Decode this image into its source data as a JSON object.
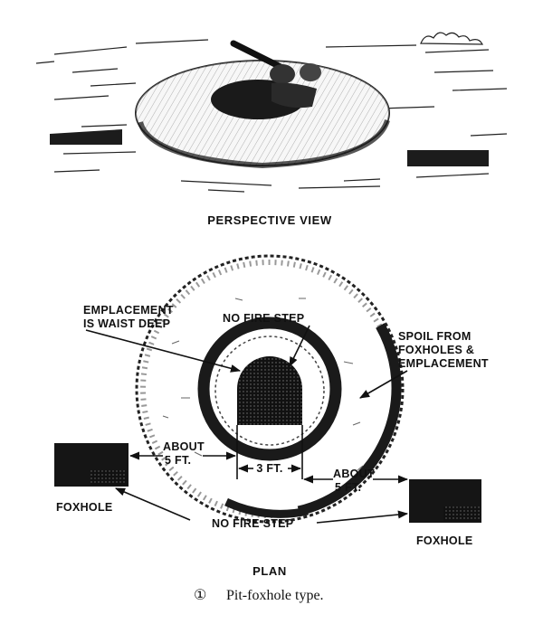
{
  "perspective": {
    "title": "PERSPECTIVE VIEW"
  },
  "plan": {
    "title": "PLAN",
    "labels": {
      "emplacement_line1": "EMPLACEMENT",
      "emplacement_line2": "IS WAIST DEEP",
      "no_fire_step_top": "NO FIRE STEP",
      "spoil_line1": "SPOIL FROM",
      "spoil_line2": "FOXHOLES &",
      "spoil_line3": "EMPLACEMENT",
      "about_left_line1": "ABOUT",
      "about_left_line2": "5 FT.",
      "three_ft": "3 FT.",
      "about_right_line1": "ABOUT",
      "about_right_line2": "5 FT.",
      "no_fire_step_bottom": "NO FIRE STEP",
      "foxhole_left": "FOXHOLE",
      "foxhole_right": "FOXHOLE"
    }
  },
  "caption": {
    "number": "①",
    "text": "Pit-foxhole type."
  }
}
